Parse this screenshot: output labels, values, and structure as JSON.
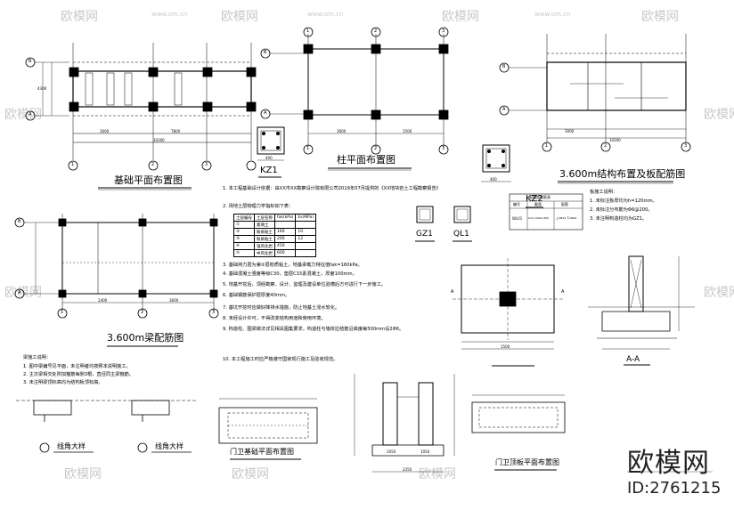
{
  "titles": {
    "foundation_plan": "基础平面布置图",
    "column_plan": "柱平面布置图",
    "structure_plan": "3.600m结构布置及板配筋图",
    "beam_plan": "3.600m梁配筋图",
    "door_plan": "门卫基础平面布置图",
    "door_slab": "门卫顶板平面布置图",
    "section": "A-A",
    "corner1": "线角大样",
    "corner2": "线角大样"
  },
  "column_labels": {
    "kz1": "KZ1",
    "kz2": "KZ2",
    "gz1": "GZ1",
    "ql1": "QL1"
  },
  "axis_labels": {
    "a": "A",
    "b": "B",
    "n1": "1",
    "n2": "2",
    "n3": "3"
  },
  "dims": {
    "d1": "3000",
    "d2": "7800",
    "d3": "1500",
    "d4": "10200",
    "d5": "2350",
    "d6": "1050",
    "d7": "1050",
    "d8": "400",
    "d9": "400",
    "d10": "4300",
    "d11": "2400",
    "d12": "3600"
  },
  "soil_table": {
    "headers": [
      "土层编号",
      "土层名称",
      "fak(kPa)",
      "Es(MPa)"
    ],
    "rows": [
      [
        "①",
        "素填土",
        "",
        ""
      ],
      [
        "②",
        "粉质粘土",
        "160",
        "10"
      ],
      [
        "③",
        "粉质粘土",
        "200",
        "12"
      ],
      [
        "④",
        "强风化岩",
        "450",
        ""
      ],
      [
        "⑤",
        "中风化岩",
        "600",
        ""
      ]
    ]
  },
  "notes": {
    "n1": "1. 本工程基础设计依据：由XX市XX勘察设计院有限公司2019年07月提供的《XX地块岩土工程勘察报告》",
    "n2": "2. 场地土层物理力学指标如下表：",
    "n3": "3. 基础持力层为第②层粉质粘土，地基承载力特征值fak=160kPa。",
    "n4": "4. 基础混凝土强度等级C30，垫层C15素混凝土，厚度100mm。",
    "n5": "5. 地基开挖后，须经勘察、设计、监理及建设单位验槽后方可进行下一步施工。",
    "n6": "6. 基础钢筋保护层厚度40mm。",
    "n7": "7. 基坑开挖时应做好降排水措施，防止地基土浸水软化。",
    "n8": "8. 未经设计许可，不得改变结构用途和使用环境。",
    "n9": "9. 构造柱、圈梁做法详见相关图集要求，构造柱与墙体拉结筋沿高度每500mm设2Φ6。",
    "n10": "10. 本工程施工时应严格遵守国家现行施工及验收规范。"
  },
  "left_notes": {
    "title": "梁施工说明：",
    "n1": "1. 图中梁编号见平面，未注明者均按照本说明施工。",
    "n2": "2. 主次梁相交处附加箍筋每侧3根，直径同主梁箍筋。",
    "n3": "3. 未注明梁顶标高均为结构板顶标高。"
  },
  "right_notes": {
    "title": "板施工说明：",
    "n1": "1. 未标注板厚均为h=120mm。",
    "n2": "2. 未标注分布筋为Φ6@200。",
    "n3": "3. 未注明构造柱均为GZ1。"
  },
  "beam_table": {
    "title": "梁截面配筋表",
    "headers": [
      "编号",
      "截面",
      "配筋"
    ],
    "row": [
      "WL01",
      "b×h=200×400",
      "上2Φ14 下2Φ16"
    ]
  },
  "watermark": "欧模网",
  "watermark_url": "www.om.cn",
  "brand": "欧模网",
  "brand_id": "ID:2761215"
}
